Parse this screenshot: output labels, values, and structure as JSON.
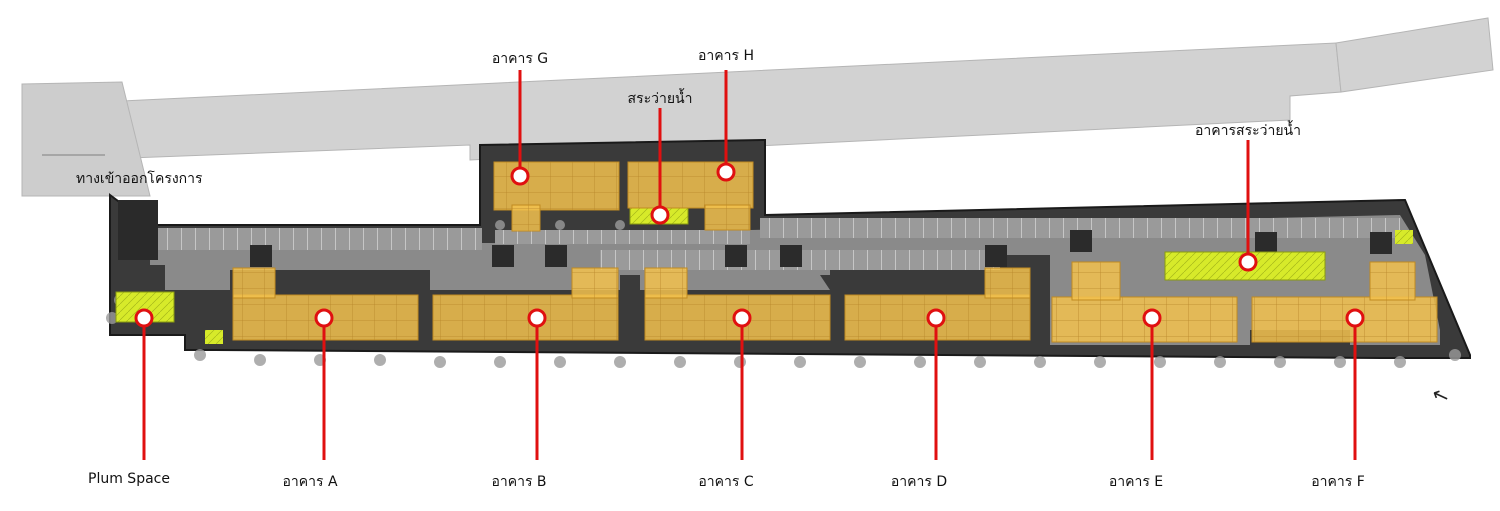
{
  "labels": {
    "building_g": "อาคาร G",
    "building_h": "อาคาร H",
    "pool": "สระว่ายน้ำ",
    "pool_building": "อาคารสระว่ายน้ำ",
    "entrance": "ทางเข้าออกโครงการ",
    "plum_space": "Plum Space",
    "building_a": "อาคาร A",
    "building_b": "อาคาร B",
    "building_c": "อาคาร C",
    "building_d": "อาคาร D",
    "building_e": "อาคาร E",
    "building_f": "อาคาร F"
  },
  "colors": {
    "road": "#cfcfcf",
    "site": "#2f2f2f",
    "parking": "#8c8c8c",
    "building": "#f2c14e",
    "pool": "#d7ea2a",
    "marker": "#e01010"
  },
  "icons": {
    "north_arrow": "north-arrow-icon"
  }
}
